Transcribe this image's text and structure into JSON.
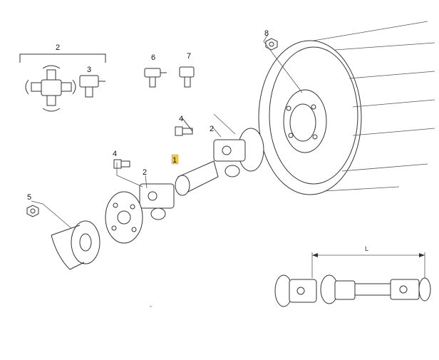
{
  "callouts": {
    "c1": "1",
    "c2_top": "2",
    "c2_mid": "2",
    "c2_low": "2",
    "c3": "3",
    "c4_a": "4",
    "c4_b": "4",
    "c5": "5",
    "c6": "6",
    "c7": "7",
    "c8": "8"
  },
  "dimension_label": "L",
  "colors": {
    "highlight": "#f2c94c",
    "line": "#333333"
  }
}
